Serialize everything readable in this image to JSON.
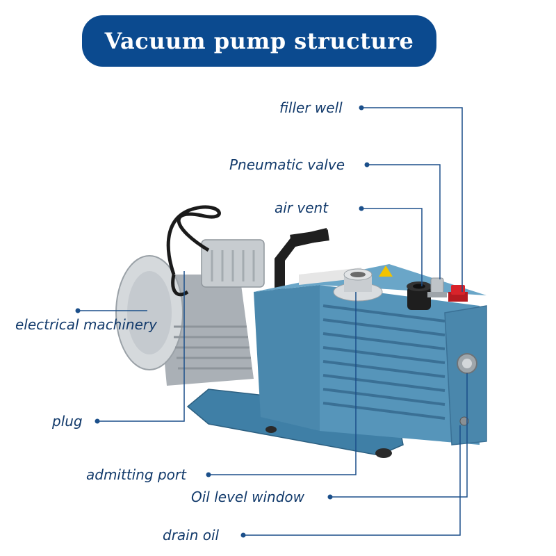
{
  "title": "Vacuum pump structure",
  "colors": {
    "title_bg": "#0b4a8f",
    "label_text": "#123a6b",
    "leader_line": "#1b4f8a",
    "pump_body": "#4f8fb3",
    "motor_body": "#b9bec3",
    "red_cap": "#d8232a"
  },
  "labels": {
    "filler_well": "filler well",
    "pneumatic_valve": "Pneumatic valve",
    "air_vent": "air vent",
    "electrical_machinery": "electrical machinery",
    "plug": "plug",
    "admitting_port": "admitting port",
    "oil_level_window": "Oil level window",
    "drain_oil": "drain oil"
  }
}
